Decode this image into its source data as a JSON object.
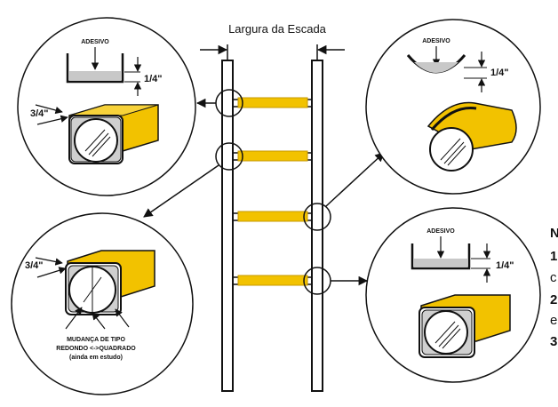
{
  "header": {
    "width_label": "Largura da Escada"
  },
  "details": {
    "top_left": {
      "adhesive": "ADESIVO",
      "gap": "1/4\"",
      "edge": "3/4\""
    },
    "top_right": {
      "adhesive": "ADESIVO",
      "gap": "1/4\""
    },
    "bottom_left": {
      "edge": "3/4\"",
      "note_line1": "MUDANÇA DE TIPO",
      "note_line2": "REDONDO <->QUADRADO",
      "note_line3": "(ainda em estudo)"
    },
    "bottom_right": {
      "adhesive": "ADESIVO",
      "gap": "1/4\""
    }
  },
  "side_notes": [
    "N",
    "1",
    "c",
    "2",
    "e",
    "3"
  ],
  "colors": {
    "tape": "#F2C200",
    "tape_edge": "#C79A00",
    "line": "#111111"
  }
}
